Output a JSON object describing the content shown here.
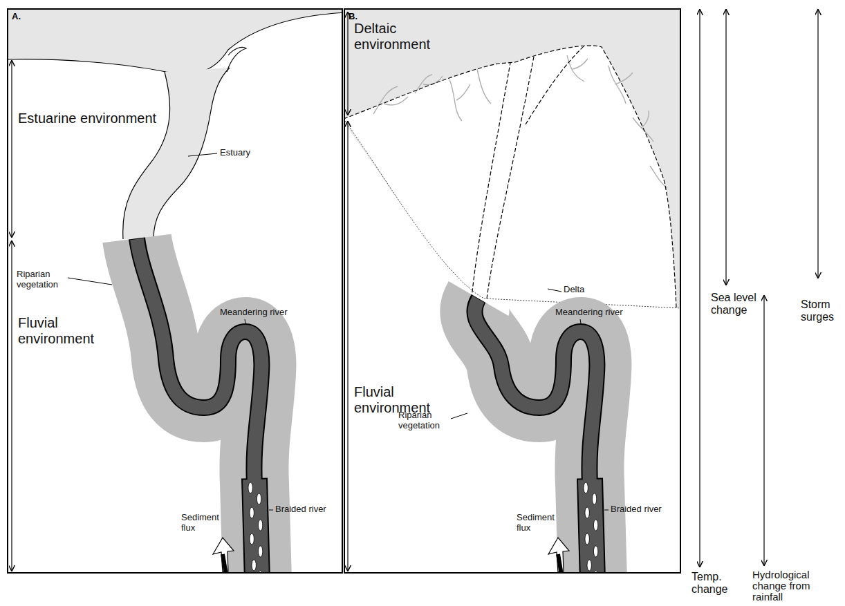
{
  "diagram": {
    "nodes": [
      {
        "text": [
          "A."
        ]
      },
      {
        "text": [
          "B."
        ]
      }
    ],
    "labels": [
      "Estuarine environment",
      "Estuary",
      "Riparian vegetation",
      "Fluvial environment",
      "Meandering river",
      "Braided river",
      "Sediment flux",
      "Deltaic environment",
      "Delta",
      "Fluvial environment",
      "Meandering river",
      "Riparian vegetation",
      "Sediment flux",
      "Braided river",
      "Sea level change",
      "Storm surges",
      "Temp. change",
      "Hydrological change from rainfall"
    ]
  }
}
